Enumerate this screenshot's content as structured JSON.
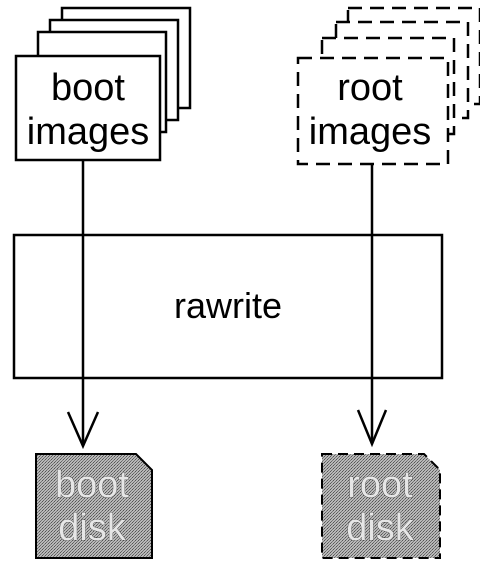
{
  "diagram": {
    "boot_images": {
      "line1": "boot",
      "line2": "images"
    },
    "root_images": {
      "line1": "root",
      "line2": "images"
    },
    "process": {
      "label": "rawrite"
    },
    "boot_disk": {
      "line1": "boot",
      "line2": "disk"
    },
    "root_disk": {
      "line1": "root",
      "line2": "disk"
    }
  },
  "colors": {
    "stroke": "#000000",
    "disk_fill": "#a8a8a8",
    "background": "#ffffff"
  }
}
